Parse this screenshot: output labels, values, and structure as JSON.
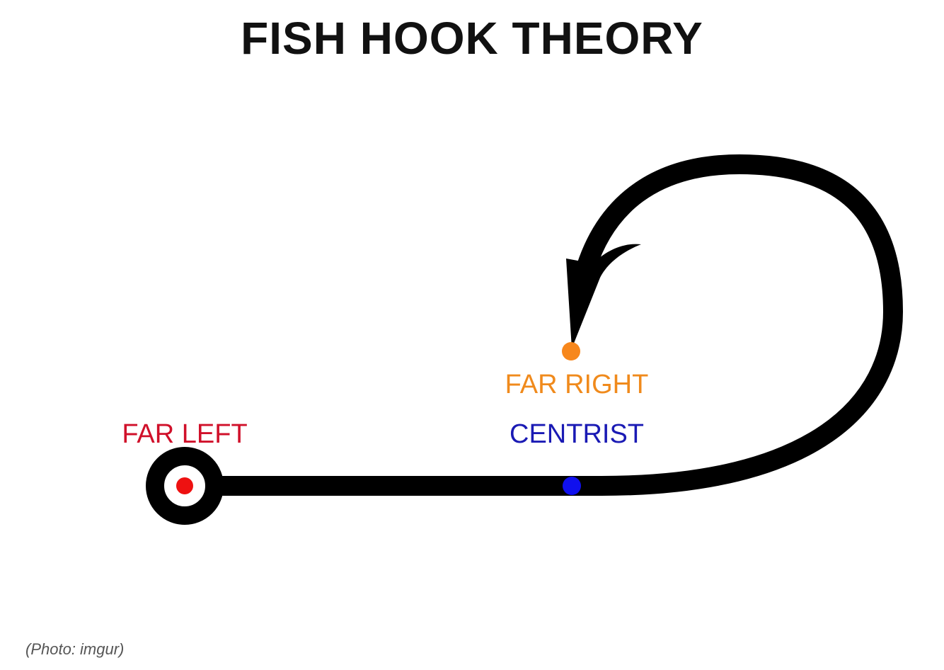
{
  "title": "FISH HOOK THEORY",
  "labels": {
    "far_left": "FAR LEFT",
    "centrist": "CENTRIST",
    "far_right": "FAR RIGHT"
  },
  "caption": "(Photo: imgur)",
  "colors": {
    "far_left": "#d0102a",
    "centrist": "#1a1ab4",
    "far_right": "#f08a1c",
    "hook": "#000000",
    "far_left_dot": "#ee1111",
    "centrist_dot": "#1010ee",
    "far_right_dot": "#f7871c"
  }
}
